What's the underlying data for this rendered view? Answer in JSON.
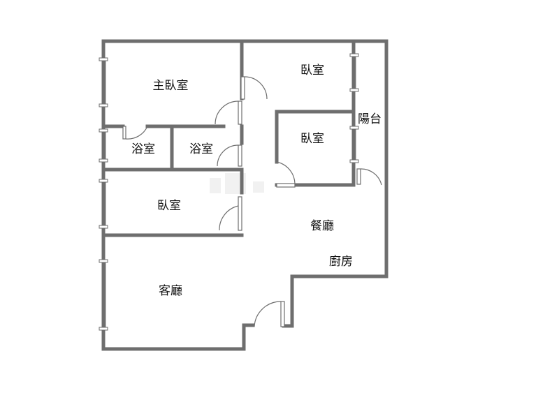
{
  "rooms": {
    "master_bedroom": "主臥室",
    "bedroom_top": "臥室",
    "balcony": "陽台",
    "bath_left": "浴室",
    "bath_right": "浴室",
    "bedroom_middle": "臥室",
    "bedroom_left": "臥室",
    "dining": "餐廳",
    "kitchen": "廚房",
    "living": "客廳"
  },
  "colors": {
    "wall": "#6e6e6e",
    "label": "#111111",
    "background": "#ffffff"
  }
}
